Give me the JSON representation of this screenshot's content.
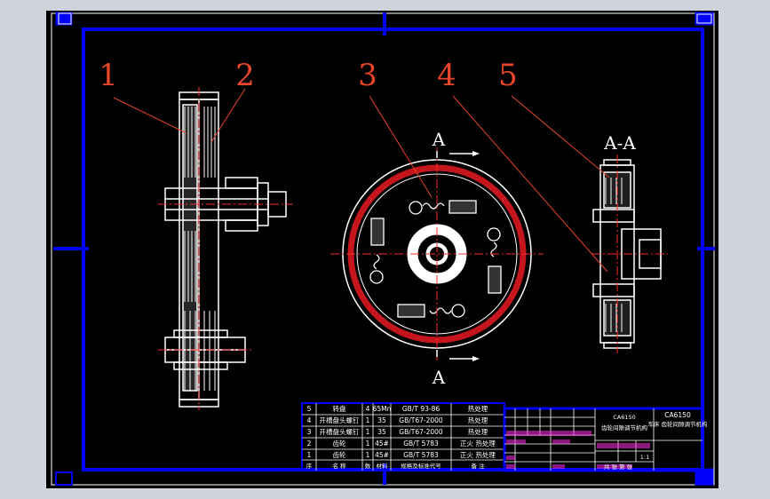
{
  "part_labels": [
    "1",
    "2",
    "3",
    "4",
    "5"
  ],
  "section_labels": {
    "top": "A",
    "bottom": "A",
    "view": "A-A"
  },
  "bom_rows": [
    {
      "no": "5",
      "name": "转盘",
      "qty": "4",
      "material": "65Mn",
      "standard": "GB/T 93-86",
      "note": "热处理"
    },
    {
      "no": "4",
      "name": "开槽盘头螺钉",
      "qty": "1",
      "material": "35",
      "standard": "GB/T67-2000",
      "note": "热处理"
    },
    {
      "no": "3",
      "name": "开槽盘头螺钉",
      "qty": "1",
      "material": "35",
      "standard": "GB/T67-2000",
      "note": "热处理"
    },
    {
      "no": "2",
      "name": "齿轮",
      "qty": "1",
      "material": "45#",
      "standard": "GB/T 5783",
      "note": "正火 热处理"
    },
    {
      "no": "1",
      "name": "齿轮",
      "qty": "1",
      "material": "45#",
      "standard": "GB/T 5783",
      "note": "正火 热处理"
    }
  ],
  "bom_header": [
    "序",
    "名  称",
    "数",
    "材料",
    "规格及标准代号",
    "备  注"
  ],
  "title_block": {
    "drawing_no": "CA6150",
    "drawing_name": "齿轮间隙调节机构",
    "right_top": "CA6150",
    "right_sub": "车床 齿轮间隙调节机构",
    "scale": "1:1",
    "sheet": "共 张 第 张"
  },
  "colors": {
    "paper": "#000000",
    "border": "#0000ff",
    "outline": "#ffffff",
    "leader": "#e8452a",
    "ring": "#c4161c",
    "centerline": "#ff2a2a"
  }
}
